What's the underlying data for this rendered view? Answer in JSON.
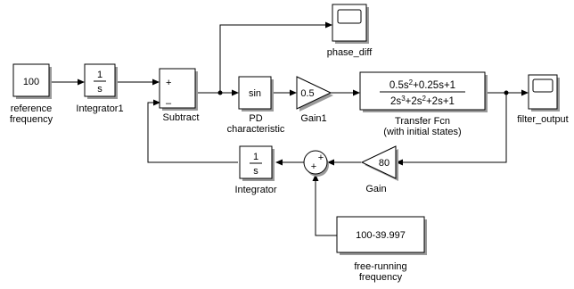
{
  "blocks": {
    "reference_frequency": {
      "value": "100",
      "label_line1": "reference",
      "label_line2": "frequency"
    },
    "integrator1": {
      "numerator": "1",
      "denominator": "s",
      "label": "Integrator1"
    },
    "subtract": {
      "plus": "+",
      "minus": "–",
      "label": "Subtract"
    },
    "phase_diff": {
      "label": "phase_diff"
    },
    "pd": {
      "text": "sin",
      "label_line1": "PD",
      "label_line2": "characteristic"
    },
    "gain1": {
      "value": "0.5",
      "label": "Gain1"
    },
    "transfer_fcn": {
      "label_line1": "Transfer Fcn",
      "label_line2": "(with initial states)"
    },
    "filter_output": {
      "label": "filter_output"
    },
    "gain": {
      "value": "80",
      "label": "Gain"
    },
    "sum": {
      "plus_top": "+",
      "plus_left": "+"
    },
    "integrator": {
      "numerator": "1",
      "denominator": "s",
      "label": "Integrator"
    },
    "free_running": {
      "value": "100-39.997",
      "label_line1": "free-running",
      "label_line2": "frequency"
    }
  }
}
